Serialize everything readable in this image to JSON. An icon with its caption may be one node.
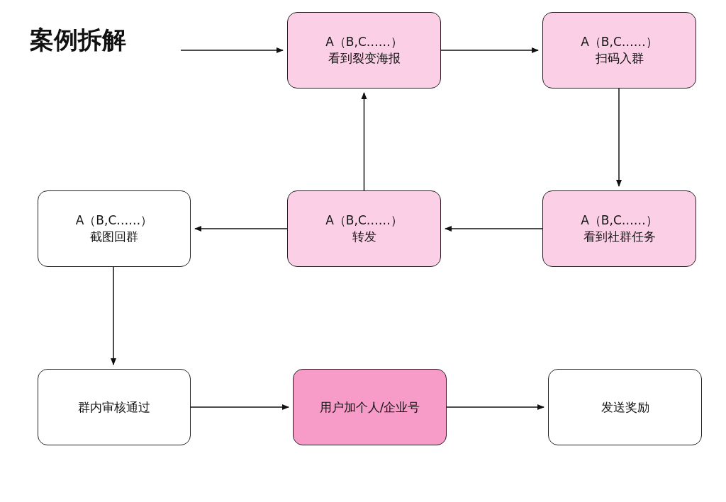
{
  "diagram": {
    "title": "案例拆解",
    "nodes": [
      {
        "text": [
          "A（B,C……）",
          "看到裂变海报"
        ]
      },
      {
        "text": [
          "A（B,C……）",
          "扫码入群"
        ]
      },
      {
        "text": [
          "A（B,C……）",
          "看到社群任务"
        ]
      },
      {
        "text": [
          "A（B,C……）",
          "转发"
        ]
      },
      {
        "text": [
          "A（B,C……）",
          "截图回群"
        ]
      },
      {
        "text": [
          "群内审核通过"
        ]
      },
      {
        "text": [
          "用户加个人/企业号"
        ]
      },
      {
        "text": [
          "发送奖励"
        ]
      }
    ],
    "edges": [
      {
        "from": null,
        "to": 0,
        "arrow": "to"
      },
      {
        "from": 0,
        "to": 1,
        "arrow": "to"
      },
      {
        "from": 1,
        "to": 2,
        "arrow": "to"
      },
      {
        "from": 2,
        "to": 3,
        "arrow": "to"
      },
      {
        "from": 3,
        "to": 0,
        "arrow": "to"
      },
      {
        "from": 3,
        "to": 4,
        "arrow": "to"
      },
      {
        "from": 4,
        "to": 5,
        "arrow": "to"
      },
      {
        "from": 5,
        "to": 6,
        "arrow": "to"
      },
      {
        "from": 6,
        "to": 7,
        "arrow": "to"
      }
    ]
  }
}
